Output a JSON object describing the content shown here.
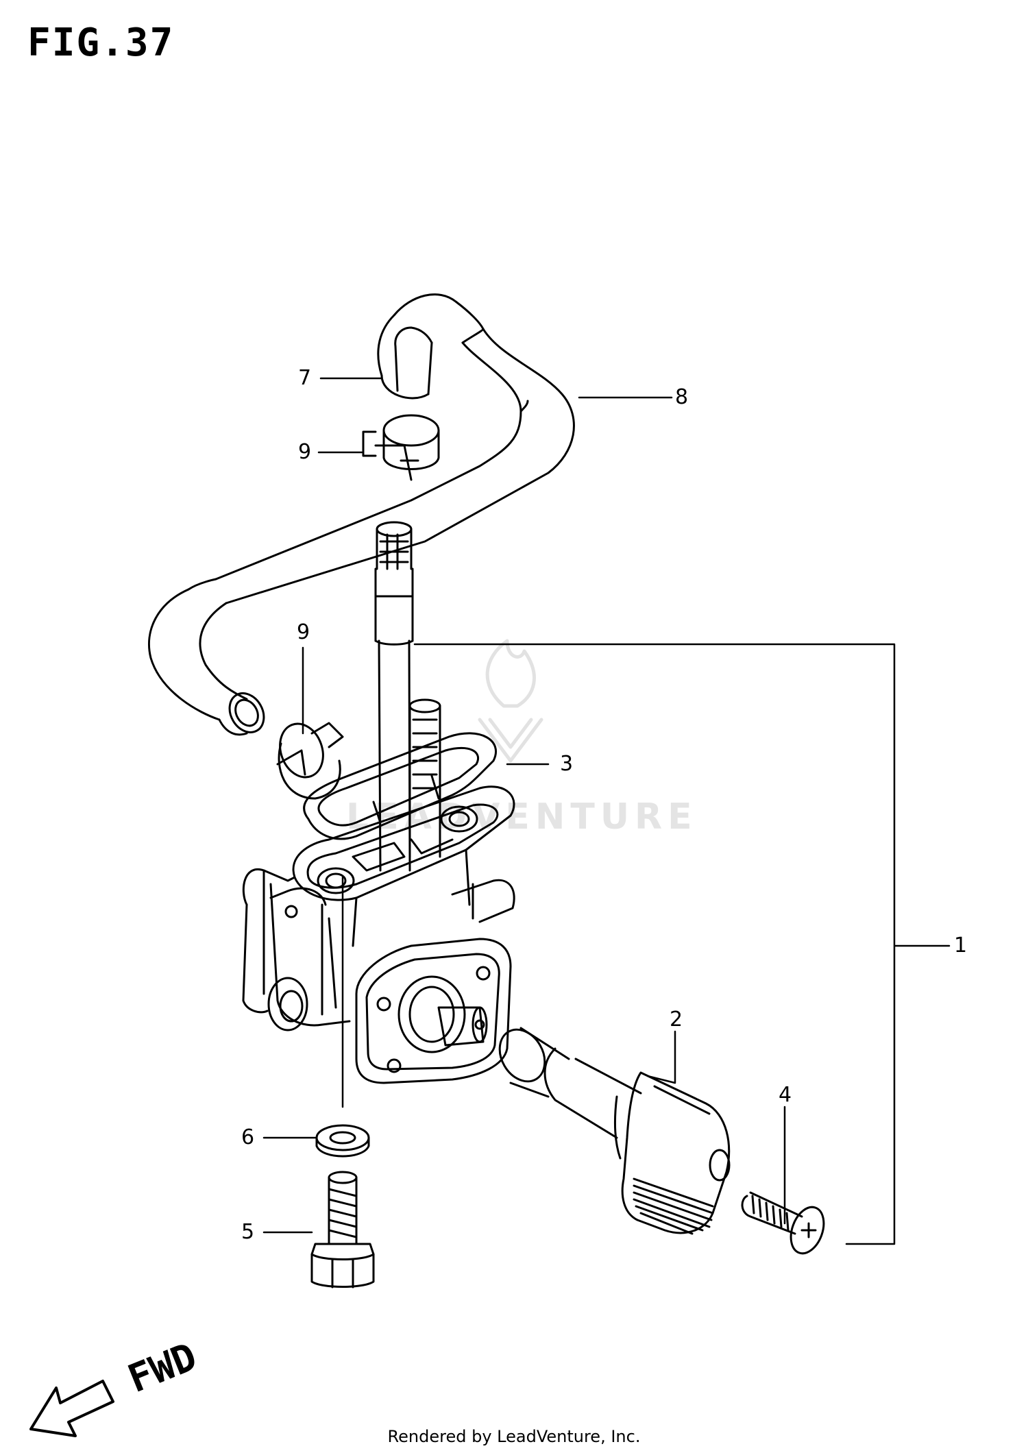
{
  "figure": {
    "title": "FIG.37"
  },
  "callouts": {
    "c1": "1",
    "c2": "2",
    "c3": "3",
    "c4": "4",
    "c5": "5",
    "c6": "6",
    "c7": "7",
    "c8": "8",
    "c9a": "9",
    "c9b": "9"
  },
  "direction": {
    "label": "FWD"
  },
  "watermark": {
    "text": "LEADVENTURE"
  },
  "footer": {
    "credit": "Rendered by LeadVenture, Inc."
  },
  "icons": {
    "direction_arrow": "fwd-arrow-icon",
    "watermark_logo": "flame-logo-icon"
  }
}
